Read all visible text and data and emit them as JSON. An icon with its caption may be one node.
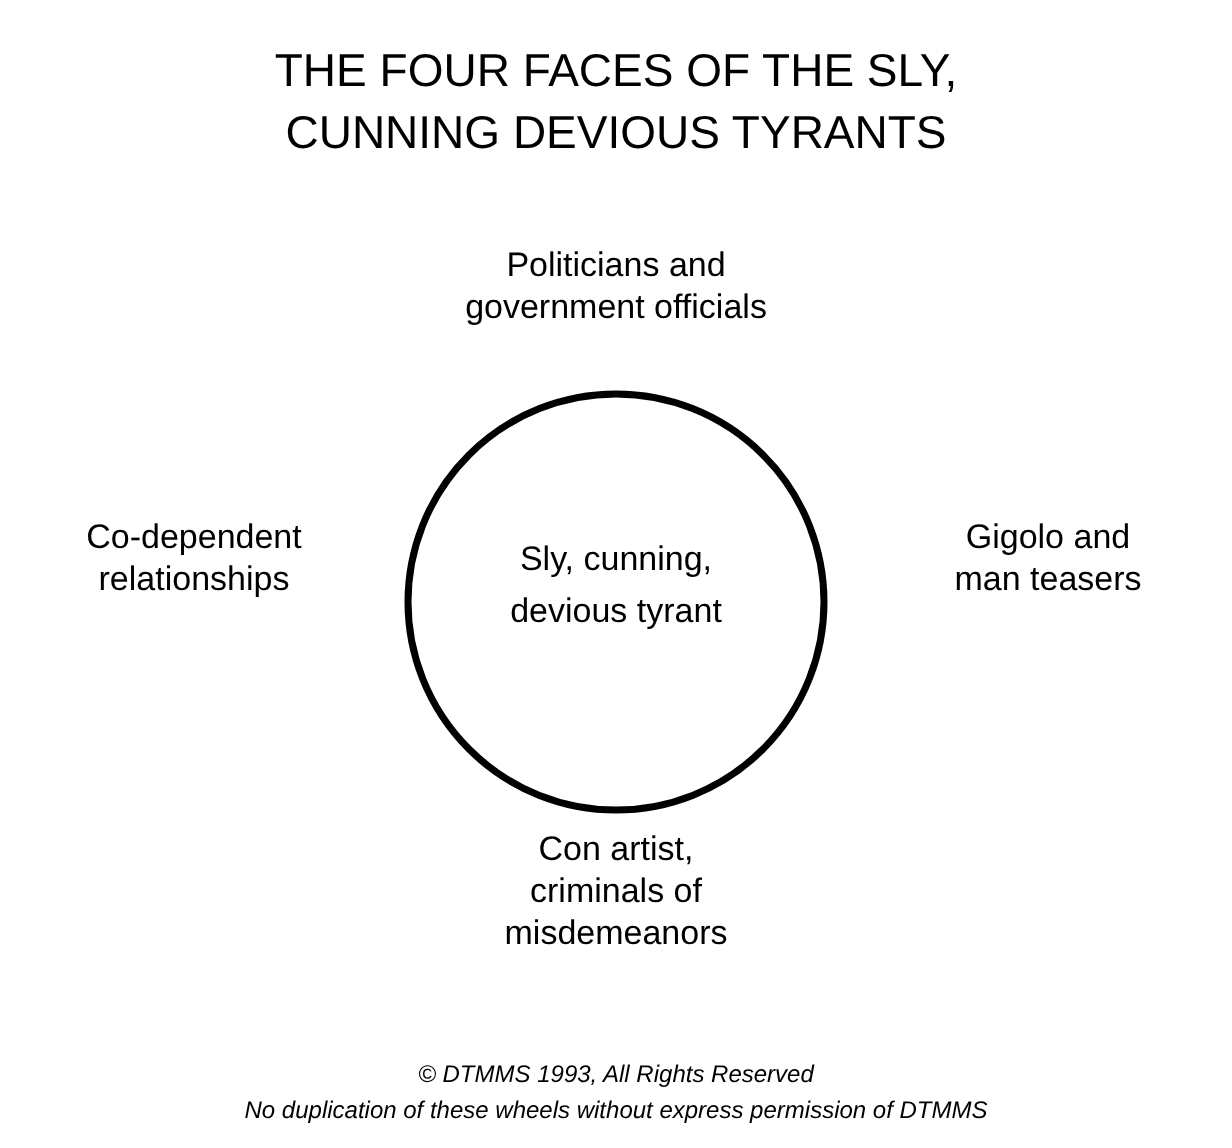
{
  "diagram": {
    "title": "THE FOUR FACES OF THE SLY, CUNNING DEVIOUS TYRANTS",
    "nodes": [
      {
        "text": [
          "Sly, cunning, devious tyrant"
        ]
      }
    ],
    "labels": [
      "Politicians and government officials",
      "Co-dependent relationships",
      "Gigolo and man teasers",
      "Con artist, criminals of misdemeanors",
      "© DTMMS 1993, All Rights Reserved",
      "No duplication of these wheels without express permission of DTMMS"
    ]
  }
}
